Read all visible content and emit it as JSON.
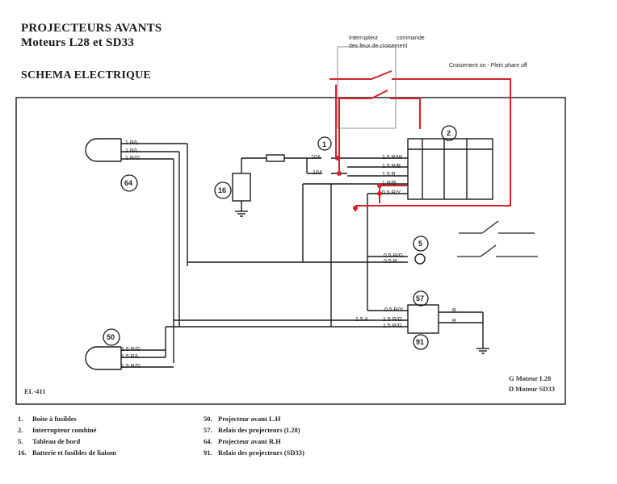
{
  "header": {
    "title1": "PROJECTEURS AVANTS",
    "title2": "Moteurs L28 et SD33",
    "title3": "SCHEMA ELECTRIQUE"
  },
  "annotations": {
    "switch_note_1": "Interrupteur",
    "switch_note_2": "commande",
    "switch_note_3": "des feux de croisement",
    "state_note": "Croisement on - Plein phare off"
  },
  "figure_code": "EL-411",
  "models": {
    "g": "G Moteur L28",
    "d": "D Moteur SD33"
  },
  "legend_left": [
    {
      "num": "1.",
      "text": "Boite à fusibles"
    },
    {
      "num": "2.",
      "text": "Interrupteur combiné"
    },
    {
      "num": "5.",
      "text": "Tableau de bord"
    },
    {
      "num": "16.",
      "text": "Batterie et fusibles de liaison"
    }
  ],
  "legend_right": [
    {
      "num": "50.",
      "text": "Projecteur avant L.H"
    },
    {
      "num": "57.",
      "text": "Relais des projecteurs (L28)"
    },
    {
      "num": "64.",
      "text": "Projecteur avant R.H"
    },
    {
      "num": "91.",
      "text": "Relais des projecteurs (SD33)"
    }
  ],
  "component_numbers": {
    "c1": "1",
    "c2": "2",
    "c5": "5",
    "c16": "16",
    "c50": "50",
    "c57": "57",
    "c64": "64",
    "c91": "91"
  },
  "wire_labels": {
    "w1": "1.5 R/W",
    "w2": "1.5 R/B",
    "w3": "1.5 R",
    "w4": "1 R/B",
    "w5": "0.5 R/Y",
    "w6": "0.5 R/G",
    "w7": "0.5 R",
    "w8": "0.5 R/Y",
    "w9": "1.5 R/G",
    "w10": "1.5 R/G",
    "w11": "1.5 A",
    "w12": "1 R/L",
    "w13": "1 R/L",
    "w14": "1 R/G",
    "w15": "1.5 R/G",
    "w16": "1.5 R/L",
    "w17": "1.5 R/G",
    "fuse1": "10A",
    "fuse2": "10A",
    "term_b1": "B",
    "term_b2": "B"
  },
  "colors": {
    "ink": "#1a1a1a",
    "annotation_red": "#d8202a"
  }
}
